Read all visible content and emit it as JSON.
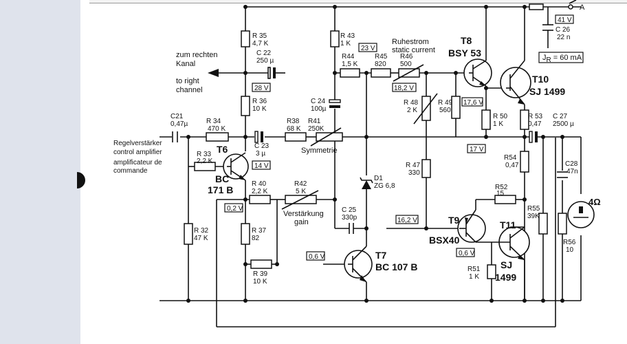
{
  "labels": {
    "output_channel_de_1": "zum rechten",
    "output_channel_de_2": "Kanal",
    "output_channel_en_1": "to right",
    "output_channel_en_2": "channel",
    "input_de": "Regelverstärker",
    "input_en": "control amplifier",
    "input_fr_1": "amplificateur de",
    "input_fr_2": "commande",
    "quiescent_de": "Ruhestrom",
    "quiescent_en": "static current",
    "symmetry": "Symmetrie",
    "gain_de": "Verstärkung",
    "gain_en": "gain",
    "supply_a": "A",
    "jr": "J",
    "jr_sub": "R",
    "jr_value": " = 60 mA",
    "speaker": "4Ω"
  },
  "voltages": {
    "v41": "41 V",
    "v28": "28 V",
    "v23": "23 V",
    "v18": "18,2 V",
    "v176": "17,6 V",
    "v17": "17 V",
    "v14": "14 V",
    "v162": "16,2 V",
    "v02": "0,2 V",
    "v06a": "0,6 V",
    "v06b": "0,6 V"
  },
  "components": {
    "r35": [
      "R 35",
      "4,7 K"
    ],
    "c22": [
      "C 22",
      "250 µ"
    ],
    "r36": [
      "R 36",
      "10 K"
    ],
    "r43": [
      "R 43",
      "1 K"
    ],
    "r44": [
      "R44",
      "1,5 K"
    ],
    "r45": [
      "R45",
      "820"
    ],
    "r46": [
      "R46",
      "500"
    ],
    "c24": [
      "C 24",
      "100µ"
    ],
    "c21": [
      "C21",
      "0,47µ"
    ],
    "r34": [
      "R 34",
      "470 K"
    ],
    "r33": [
      "R 33",
      "2,2 K"
    ],
    "c23": [
      "C 23",
      "3 µ"
    ],
    "r38": [
      "R38",
      "68 K"
    ],
    "r41": [
      "R41",
      "250K"
    ],
    "r40": [
      "R 40",
      "2,2 K"
    ],
    "r42": [
      "R42",
      "5 K"
    ],
    "r32": [
      "R 32",
      "47 K"
    ],
    "r37": [
      "R 37",
      "82"
    ],
    "r39": [
      "R 39",
      "10 K"
    ],
    "c25": [
      "C 25",
      "330p"
    ],
    "d1": [
      "D1",
      "ZG 6,8"
    ],
    "r48": [
      "R 48",
      "2 K"
    ],
    "r49": [
      "R 49",
      "560"
    ],
    "r47": [
      "R 47",
      "330"
    ],
    "r50": [
      "R 50",
      "1 K"
    ],
    "r53": [
      "R 53",
      "0,47"
    ],
    "c27": [
      "C 27",
      "2500 µ"
    ],
    "r54": [
      "R54",
      "0,47"
    ],
    "r52": [
      "R52",
      "15"
    ],
    "r55": [
      "R55",
      "39K"
    ],
    "r51": [
      "R51",
      "1 K"
    ],
    "c26": [
      "C 26",
      "22 n"
    ],
    "c28": [
      "C28",
      "47n"
    ],
    "r56": [
      "R56",
      "10"
    ]
  },
  "transistors": {
    "t6": [
      "T6",
      "BC",
      "171 B"
    ],
    "t7": [
      "T7",
      "BC 107 B"
    ],
    "t8": [
      "T8",
      "BSY 53"
    ],
    "t9": [
      "T9",
      "BSX40"
    ],
    "t10": [
      "T10",
      "SJ 1499"
    ],
    "t11": [
      "T11",
      "SJ",
      "1499"
    ]
  }
}
